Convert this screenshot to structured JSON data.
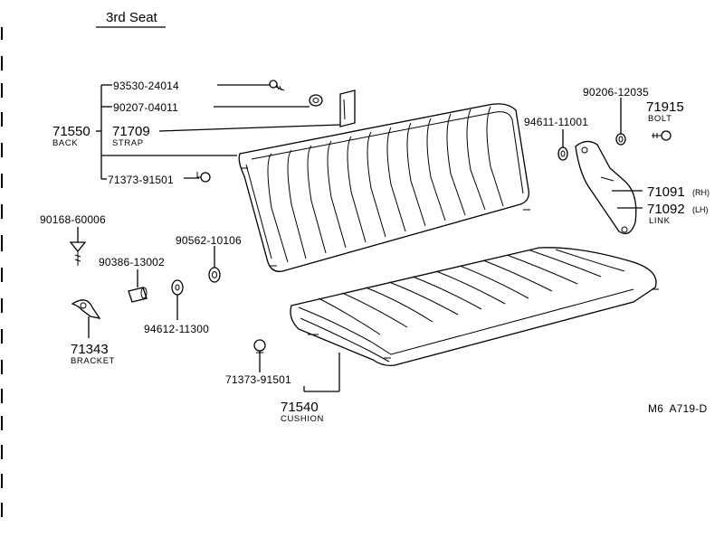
{
  "title": "3rd Seat",
  "parts": {
    "p93530": "93530-24014",
    "p90207": "90207-04011",
    "p71550": "71550",
    "p71550_name": "BACK",
    "p71709": "71709",
    "p71709_name": "STRAP",
    "p71373a": "71373-91501",
    "p90206": "90206-12035",
    "p71915": "71915",
    "p71915_name": "BOLT",
    "p94611": "94611-11001",
    "p71091": "71091",
    "p71091_side": "(RH)",
    "p71092": "71092",
    "p71092_side": "(LH)",
    "p7109x_name": "LINK",
    "p90168": "90168-60006",
    "p90562": "90562-10106",
    "p90386": "90386-13002",
    "p94612": "94612-11300",
    "p71343": "71343",
    "p71343_name": "BRACKET",
    "p71373b": "71373-91501",
    "p71540": "71540",
    "p71540_name": "CUSHION"
  },
  "figure_code": "M6  A719-D"
}
